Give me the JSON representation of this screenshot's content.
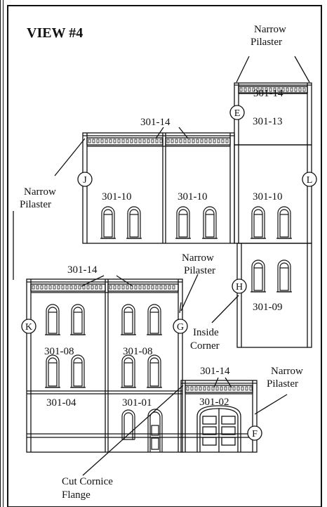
{
  "view_title": "VIEW #4",
  "parts": {
    "p301_14_top": "301-14",
    "p301_13": "301-13",
    "p301_14_mid": "301-14",
    "p301_10_a": "301-10",
    "p301_10_b": "301-10",
    "p301_10_c": "301-10",
    "p301_14_left": "301-14",
    "p301_09": "301-09",
    "p301_08_a": "301-08",
    "p301_08_b": "301-08",
    "p301_04": "301-04",
    "p301_01": "301-01",
    "p301_14_right": "301-14",
    "p301_02": "301-02"
  },
  "markers": {
    "E": "E",
    "J": "J",
    "L": "L",
    "H": "H",
    "K": "K",
    "G": "G",
    "F": "F"
  },
  "callouts": {
    "narrow_pilaster_top_1": "Narrow",
    "narrow_pilaster_top_2": "Pilaster",
    "narrow_pilaster_left_1": "Narrow",
    "narrow_pilaster_left_2": "Pilaster",
    "narrow_pilaster_mid_1": "Narrow",
    "narrow_pilaster_mid_2": "Pilaster",
    "inside_corner_1": "Inside",
    "inside_corner_2": "Corner",
    "narrow_pilaster_right_1": "Narrow",
    "narrow_pilaster_right_2": "Pilaster",
    "cut_cornice_1": "Cut Cornice",
    "cut_cornice_2": "Flange"
  }
}
